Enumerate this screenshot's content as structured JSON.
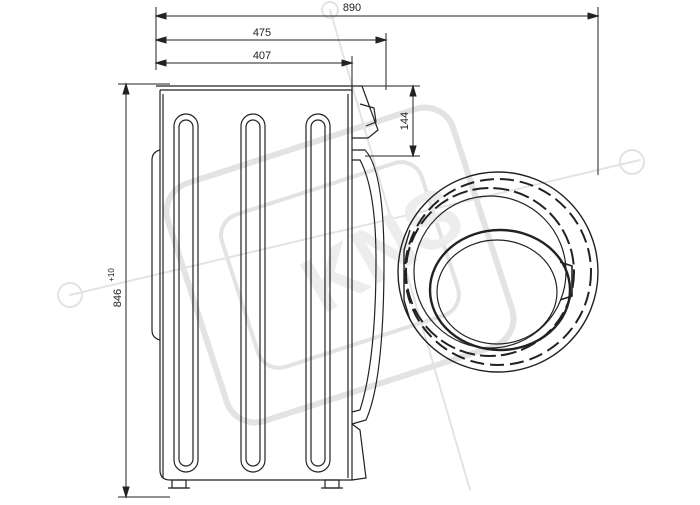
{
  "dimensions": {
    "overall_depth": "890",
    "depth_with_door": "475",
    "body_depth": "407",
    "panel_height": "144",
    "height_base": "846",
    "height_tolerance": "+10"
  },
  "watermark": {
    "text": "KNS",
    "kind": "watermark-logo"
  },
  "colors": {
    "line": "#222222",
    "watermark": "#e6e6e6",
    "background": "#ffffff"
  }
}
